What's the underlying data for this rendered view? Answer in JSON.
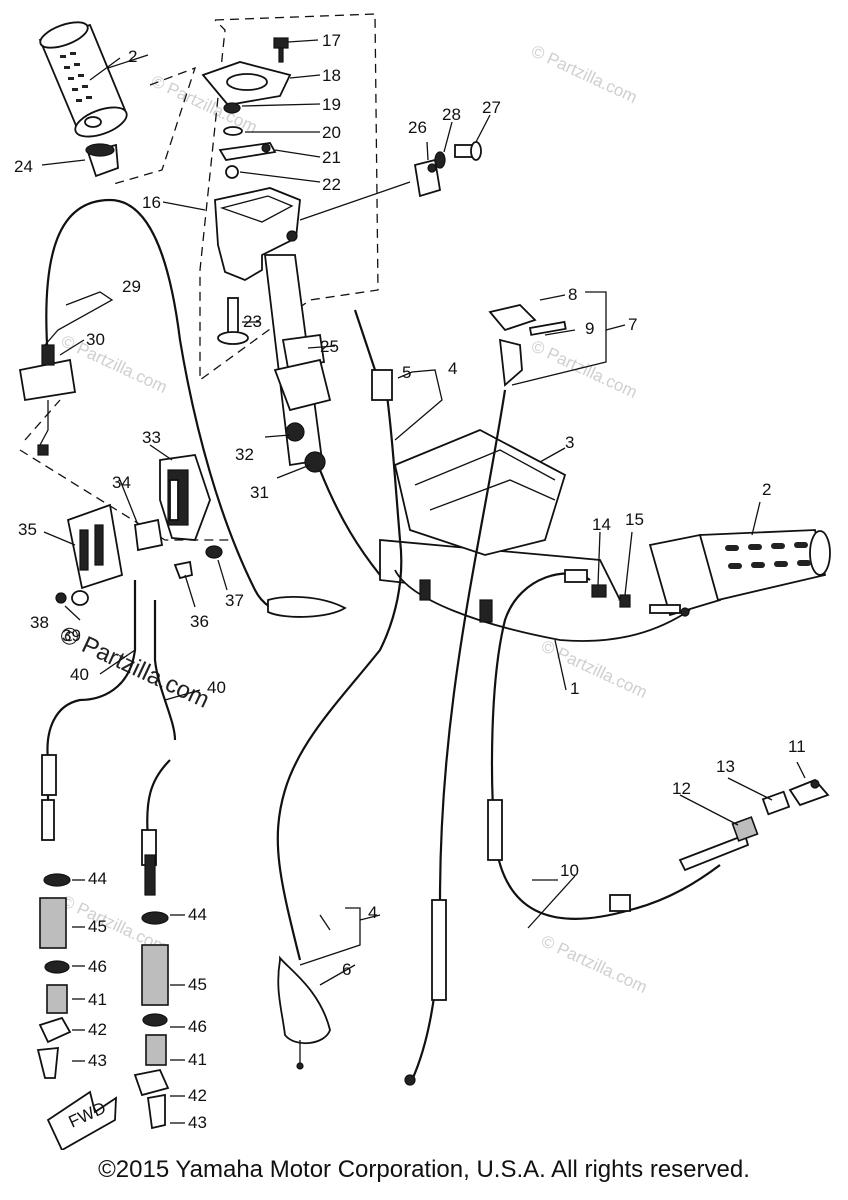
{
  "callouts": [
    {
      "num": "2"
    },
    {
      "num": "24"
    },
    {
      "num": "17"
    },
    {
      "num": "18"
    },
    {
      "num": "19"
    },
    {
      "num": "20"
    },
    {
      "num": "21"
    },
    {
      "num": "22"
    },
    {
      "num": "16"
    },
    {
      "num": "26"
    },
    {
      "num": "28"
    },
    {
      "num": "27"
    },
    {
      "num": "29"
    },
    {
      "num": "30"
    },
    {
      "num": "23"
    },
    {
      "num": "25"
    },
    {
      "num": "8"
    },
    {
      "num": "9"
    },
    {
      "num": "7"
    },
    {
      "num": "5"
    },
    {
      "num": "4"
    },
    {
      "num": "33"
    },
    {
      "num": "32"
    },
    {
      "num": "3"
    },
    {
      "num": "34"
    },
    {
      "num": "31"
    },
    {
      "num": "35"
    },
    {
      "num": "2"
    },
    {
      "num": "14"
    },
    {
      "num": "15"
    },
    {
      "num": "37"
    },
    {
      "num": "36"
    },
    {
      "num": "38"
    },
    {
      "num": "39"
    },
    {
      "num": "40"
    },
    {
      "num": "40"
    },
    {
      "num": "1"
    },
    {
      "num": "11"
    },
    {
      "num": "13"
    },
    {
      "num": "12"
    },
    {
      "num": "10"
    },
    {
      "num": "44"
    },
    {
      "num": "45"
    },
    {
      "num": "44"
    },
    {
      "num": "4"
    },
    {
      "num": "46"
    },
    {
      "num": "45"
    },
    {
      "num": "41"
    },
    {
      "num": "6"
    },
    {
      "num": "42"
    },
    {
      "num": "46"
    },
    {
      "num": "43"
    },
    {
      "num": "41"
    },
    {
      "num": "42"
    },
    {
      "num": "43"
    }
  ],
  "watermark": "© Partzilla.com",
  "fwd_label": "FWD",
  "copyright": "©2015 Yamaha Motor Corporation, U.S.A. All rights reserved."
}
